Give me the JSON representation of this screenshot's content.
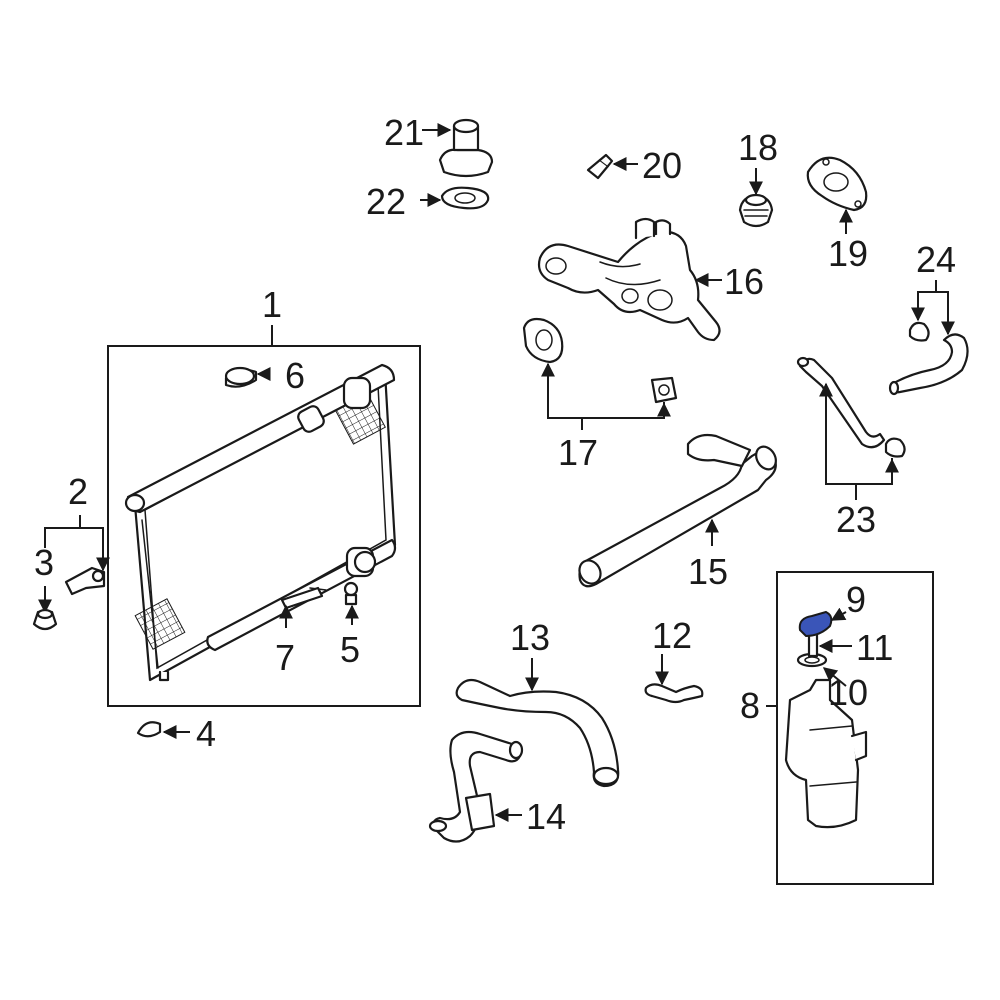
{
  "colors": {
    "ink": "#1a1a1a",
    "highlight": "#3a55b8",
    "background": "#ffffff"
  },
  "highlighted_part": "9",
  "callouts": {
    "c1": "1",
    "c2": "2",
    "c3": "3",
    "c4": "4",
    "c5": "5",
    "c6": "6",
    "c7": "7",
    "c8": "8",
    "c9": "9",
    "c10": "10",
    "c11": "11",
    "c12": "12",
    "c13": "13",
    "c14": "14",
    "c15": "15",
    "c16": "16",
    "c17": "17",
    "c18": "18",
    "c19": "19",
    "c20": "20",
    "c21": "21",
    "c22": "22",
    "c23": "23",
    "c24": "24"
  }
}
